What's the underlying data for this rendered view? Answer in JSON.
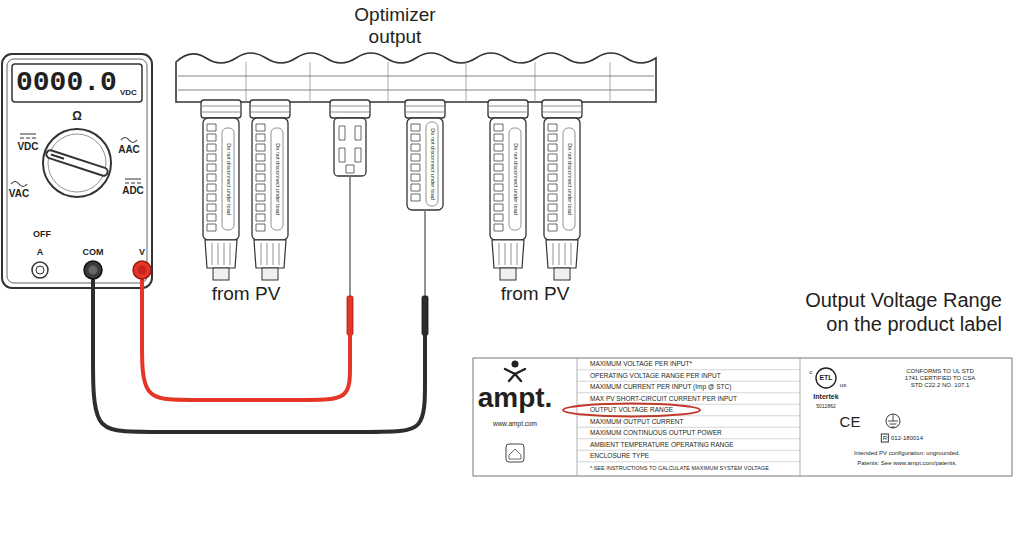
{
  "diagram": {
    "nodes": [
      {
        "text": [
          "0000.0",
          "VDC",
          "Ω",
          "VDC",
          "AAC",
          "VAC",
          "ADC",
          "OFF",
          "A",
          "COM",
          "V"
        ]
      },
      {
        "text": [
          "Optimizer output"
        ]
      },
      {
        "text": [
          "Output Voltage Range on the product label",
          "ampt.",
          "www.ampt.com",
          "MAXIMUM VOLTAGE PER INPUT*",
          "OPERATING VOLTAGE RANGE PER INPUT",
          "MAXIMUM CURRENT PER INPUT (Imp @ STC)",
          "MAX PV SHORT-CIRCUIT CURRENT PER INPUT",
          "OUTPUT VOLTAGE RANGE",
          "MAXIMUM OUTPUT CURRENT",
          "MAXIMUM CONTINUOUS OUTPUT POWER",
          "AMBIENT TEMPERATURE OPERATING RANGE",
          "ENCLOSURE TYPE",
          "* SEE INSTRUCTIONS TO CALCULATE MAXIMUM SYSTEM VOLTAGE",
          "c",
          "ETL",
          "us",
          "Intertek",
          "5012862",
          "CONFORMS TO UL STD 1741 CERTIFIED TO CSA STD C22.2 NO. 107.1",
          "CE",
          "R",
          "012-180014",
          "Intended PV configuration: ungrounded.",
          "Patents: See www.ampt.com/patents."
        ]
      }
    ],
    "edges": [
      {
        "from": 0,
        "to": 1,
        "arrow": "none"
      },
      {
        "from": 0,
        "to": 1,
        "arrow": "none"
      }
    ],
    "labels": [
      "from PV",
      "from PV",
      "Do not disconnect under load",
      "Do not disconnect under load",
      "Do not disconnect under load",
      "Do not disconnect under load",
      "Do not disconnect under load"
    ]
  }
}
